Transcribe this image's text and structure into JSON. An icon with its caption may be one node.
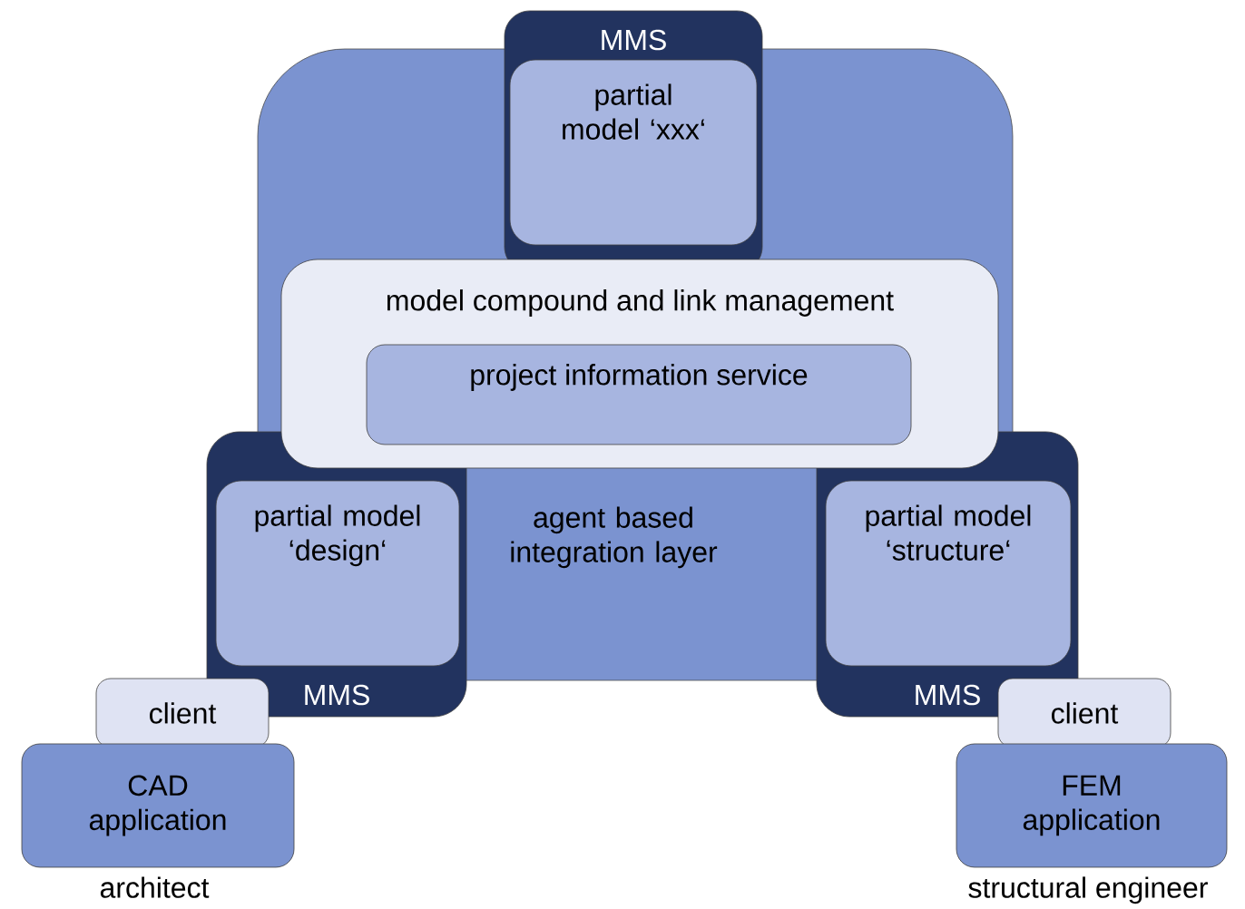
{
  "diagram": {
    "nodes": [
      {
        "text": [
          "agent based integration layer"
        ]
      },
      {
        "text": [
          "MMS"
        ]
      },
      {
        "text": [
          "partial model ‘xxx‘"
        ],
        "in": 1
      },
      {
        "text": [
          "model compound and link management"
        ],
        "in": 0
      },
      {
        "text": [
          "project information service"
        ],
        "in": 3
      },
      {
        "text": [
          "MMS"
        ]
      },
      {
        "text": [
          "partial model ‘design‘"
        ],
        "in": 5
      },
      {
        "text": [
          "MMS"
        ]
      },
      {
        "text": [
          "partial model ‘structure‘"
        ],
        "in": 7
      },
      {
        "text": [
          "client"
        ]
      },
      {
        "text": [
          "CAD application"
        ],
        "beside": [
          "architect"
        ]
      },
      {
        "text": [
          "client"
        ]
      },
      {
        "text": [
          "FEM application"
        ],
        "beside": [
          "structural engineer"
        ]
      }
    ]
  }
}
